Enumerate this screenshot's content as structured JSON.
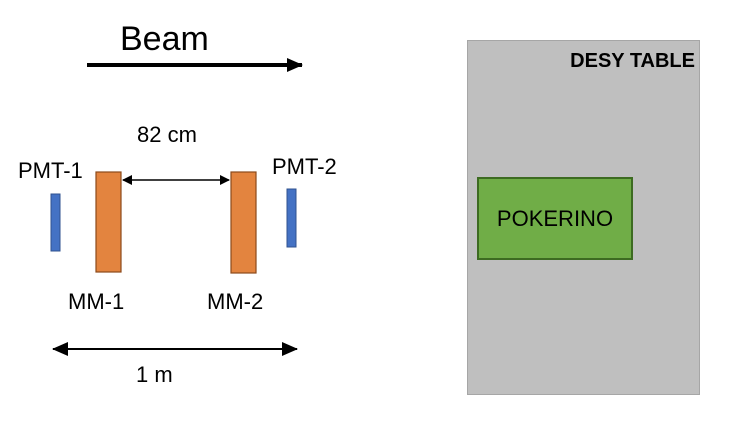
{
  "beam": {
    "label": "Beam"
  },
  "detectors": {
    "pmt1": "PMT-1",
    "pmt2": "PMT-2",
    "mm1": "MM-1",
    "mm2": "MM-2"
  },
  "distances": {
    "mm_separation": "82 cm",
    "overall_span": "1 m"
  },
  "table": {
    "title": "DESY TABLE",
    "device": "POKERINO"
  },
  "colors": {
    "pmt": "#4472c4",
    "mm": "#e3843f",
    "table": "#bfbfbf",
    "pokerino": "#70ad47",
    "arrows": "#000000"
  }
}
